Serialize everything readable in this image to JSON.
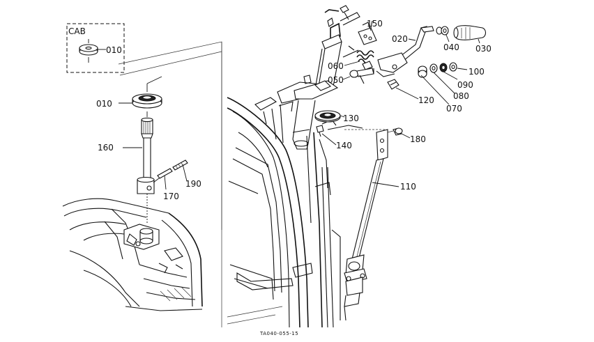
{
  "diagram": {
    "inset_label": "CAB",
    "drawing_code": "TA040-055-15",
    "callouts": {
      "c010_inset": "010",
      "c010": "010",
      "c020": "020",
      "c030": "030",
      "c040": "040",
      "c050": "050",
      "c060": "060",
      "c070": "070",
      "c080": "080",
      "c090": "090",
      "c100": "100",
      "c110": "110",
      "c120": "120",
      "c130": "130",
      "c140": "140",
      "c150": "150",
      "c160": "160",
      "c170": "170",
      "c180": "180",
      "c190": "190"
    }
  }
}
